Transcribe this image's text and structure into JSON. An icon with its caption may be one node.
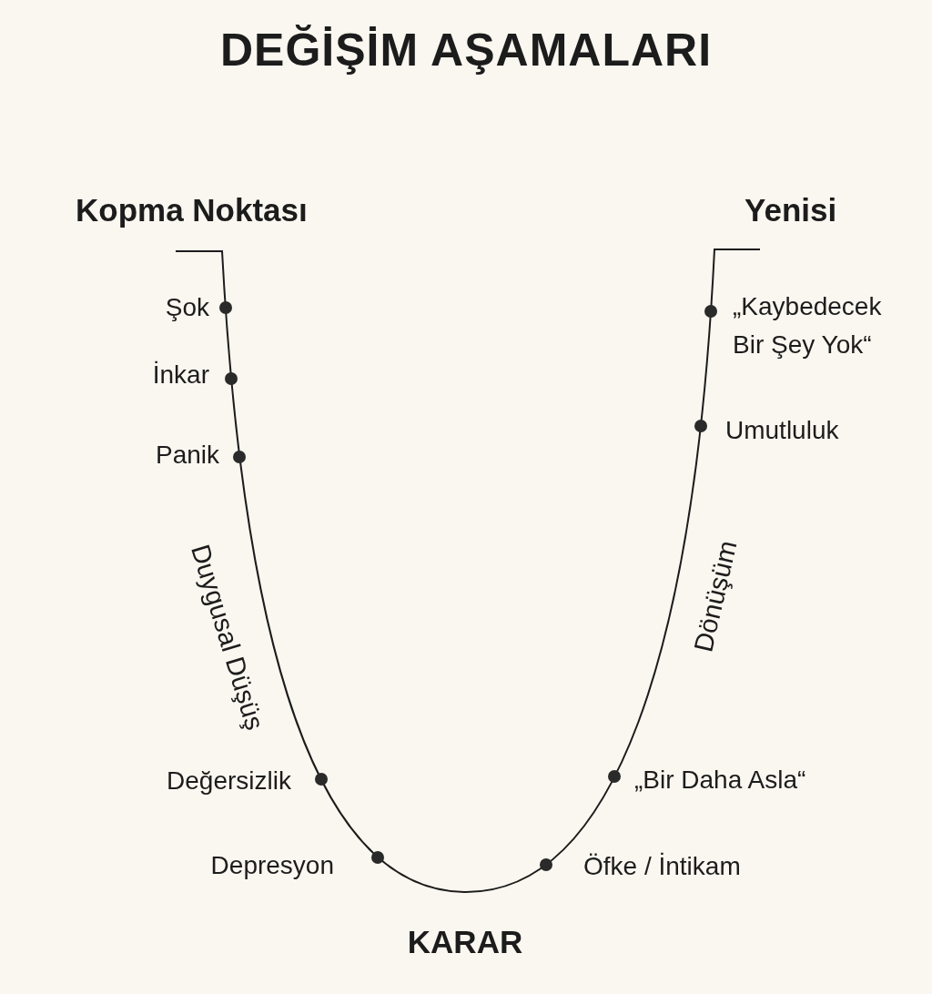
{
  "diagram": {
    "title": "DEĞİŞİM AŞAMALARI",
    "nodes": [
      {
        "text": [],
        "shape": "circle",
        "beside": [
          "Şok"
        ]
      },
      {
        "text": [],
        "shape": "circle",
        "beside": [
          "İnkar"
        ]
      },
      {
        "text": [],
        "shape": "circle",
        "beside": [
          "Panik"
        ]
      },
      {
        "text": [],
        "shape": "circle",
        "beside": [
          "Değersizlik"
        ]
      },
      {
        "text": [],
        "shape": "circle",
        "beside": [
          "Depresyon"
        ]
      },
      {
        "text": [],
        "shape": "circle",
        "beside": [
          "Öfke / İntikam"
        ]
      },
      {
        "text": [],
        "shape": "circle",
        "beside": [
          "„Bir Daha Asla“"
        ]
      },
      {
        "text": [],
        "shape": "circle",
        "beside": [
          "Umutluluk"
        ]
      },
      {
        "text": [],
        "shape": "circle",
        "beside": [
          "„Kaybedecek Bir Şey Yok“"
        ]
      }
    ],
    "labels": [
      "Kopma Noktası",
      "Yenisi",
      "Duygusal Düşüş",
      "Dönüşüm",
      "KARAR"
    ]
  }
}
